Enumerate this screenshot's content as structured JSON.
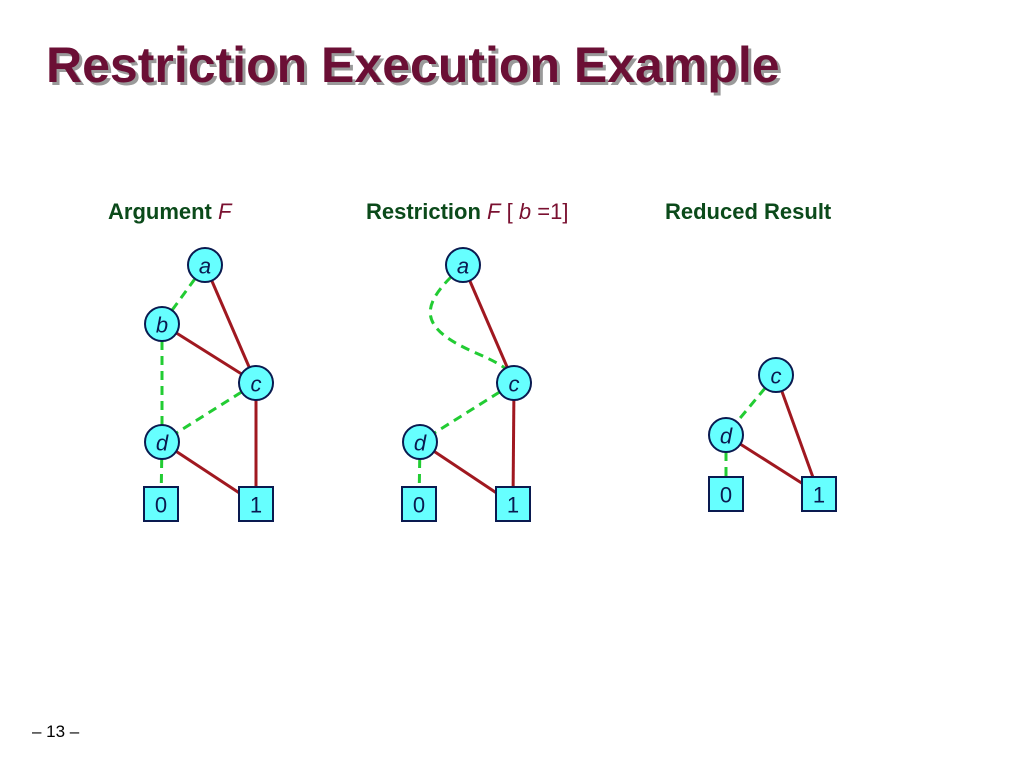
{
  "slide": {
    "title": "Restriction Execution Example",
    "page_number": "– 13 –"
  },
  "colors": {
    "title": "#6b0f35",
    "heading_label": "#0b4a1a",
    "heading_var": "#7a1030",
    "node_fill": "#66ffff",
    "node_stroke": "#0a1a50",
    "hi_edge": "#a01820",
    "lo_edge": "#22cc33"
  },
  "panels": [
    {
      "id": "argument",
      "heading": {
        "label": "Argument ",
        "var": "F",
        "rest": ""
      }
    },
    {
      "id": "restriction",
      "heading": {
        "label": "Restriction ",
        "var": "F",
        "rest_parts": [
          "[",
          "b",
          "=1]"
        ]
      }
    },
    {
      "id": "reduced",
      "heading": {
        "label": "Reduced Result",
        "var": "",
        "rest": ""
      }
    }
  ],
  "graphs": {
    "argument": {
      "nodes": [
        {
          "id": "a",
          "label": "a",
          "kind": "var"
        },
        {
          "id": "b",
          "label": "b",
          "kind": "var"
        },
        {
          "id": "c",
          "label": "c",
          "kind": "var"
        },
        {
          "id": "d",
          "label": "d",
          "kind": "var"
        },
        {
          "id": "0",
          "label": "0",
          "kind": "terminal"
        },
        {
          "id": "1",
          "label": "1",
          "kind": "terminal"
        }
      ],
      "edges": [
        {
          "from": "a",
          "to": "b",
          "type": "lo"
        },
        {
          "from": "a",
          "to": "c",
          "type": "hi"
        },
        {
          "from": "b",
          "to": "d",
          "type": "lo"
        },
        {
          "from": "b",
          "to": "c",
          "type": "hi"
        },
        {
          "from": "c",
          "to": "d",
          "type": "lo"
        },
        {
          "from": "c",
          "to": "1",
          "type": "hi"
        },
        {
          "from": "d",
          "to": "0",
          "type": "lo"
        },
        {
          "from": "d",
          "to": "1",
          "type": "hi"
        }
      ]
    },
    "restriction": {
      "nodes": [
        {
          "id": "a",
          "label": "a",
          "kind": "var"
        },
        {
          "id": "c",
          "label": "c",
          "kind": "var"
        },
        {
          "id": "d",
          "label": "d",
          "kind": "var"
        },
        {
          "id": "0",
          "label": "0",
          "kind": "terminal"
        },
        {
          "id": "1",
          "label": "1",
          "kind": "terminal"
        }
      ],
      "edges": [
        {
          "from": "a",
          "to": "c",
          "type": "lo"
        },
        {
          "from": "a",
          "to": "c",
          "type": "hi"
        },
        {
          "from": "c",
          "to": "d",
          "type": "lo"
        },
        {
          "from": "c",
          "to": "1",
          "type": "hi"
        },
        {
          "from": "d",
          "to": "0",
          "type": "lo"
        },
        {
          "from": "d",
          "to": "1",
          "type": "hi"
        }
      ]
    },
    "reduced": {
      "nodes": [
        {
          "id": "c",
          "label": "c",
          "kind": "var"
        },
        {
          "id": "d",
          "label": "d",
          "kind": "var"
        },
        {
          "id": "0",
          "label": "0",
          "kind": "terminal"
        },
        {
          "id": "1",
          "label": "1",
          "kind": "terminal"
        }
      ],
      "edges": [
        {
          "from": "c",
          "to": "d",
          "type": "lo"
        },
        {
          "from": "c",
          "to": "1",
          "type": "hi"
        },
        {
          "from": "d",
          "to": "0",
          "type": "lo"
        },
        {
          "from": "d",
          "to": "1",
          "type": "hi"
        }
      ]
    }
  }
}
